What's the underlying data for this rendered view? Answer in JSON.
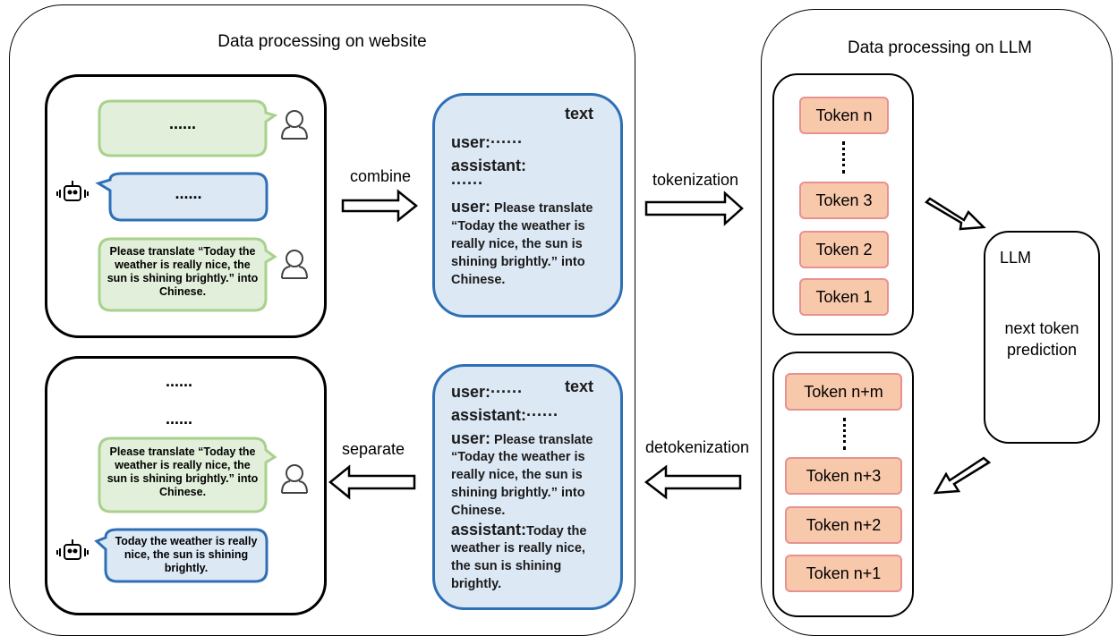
{
  "website": {
    "title": "Data processing on website",
    "top_chat": {
      "user_bubble_1": "......",
      "bot_bubble_1": "......",
      "user_bubble_2": "Please translate “Today the weather is really nice, the sun is shining brightly.” into Chinese."
    },
    "bottom_chat": {
      "line_1": "......",
      "line_2": "......",
      "user_bubble": "Please translate “Today the weather is really nice, the sun is shining brightly.” into Chinese.",
      "bot_bubble": "Today the weather is really nice, the sun is shining brightly."
    },
    "combine_label": "combine",
    "separate_label": "separate",
    "text_card_top": {
      "title": "text",
      "user_short": "user:······",
      "assistant": "assistant:",
      "dots": "······",
      "user_prefix": "user:",
      "user_msg_1": " Please translate",
      "user_msg_2": "“Today the weather is",
      "user_msg_3": "really nice, the sun is",
      "user_msg_4": "shining brightly.” into",
      "user_msg_5": "Chinese."
    },
    "text_card_bottom": {
      "title": "text",
      "user_short": "user:······",
      "assistant_short": "assistant:······",
      "user_prefix": "user:",
      "user_msg_1": " Please translate",
      "user_msg_2": "“Today the weather is",
      "user_msg_3": "really nice, the sun is",
      "user_msg_4": "shining brightly.” into",
      "user_msg_5": "Chinese.",
      "assistant_prefix": "assistant:",
      "assistant_msg_1": "Today the",
      "assistant_msg_2": "weather is really nice,",
      "assistant_msg_3": "the sun is shining",
      "assistant_msg_4": "brightly."
    }
  },
  "tokenization_label": "tokenization",
  "detokenization_label": "detokenization",
  "llm_side": {
    "title": "Data processing on LLM",
    "input_tokens": [
      "Token n",
      "Token 3",
      "Token 2",
      "Token 1"
    ],
    "output_tokens": [
      "Token n+m",
      "Token n+3",
      "Token n+2",
      "Token n+1"
    ],
    "llm_box": {
      "label": "LLM",
      "desc_1": "next token",
      "desc_2": "prediction"
    }
  },
  "colors": {
    "user_bubble_fill": "#e2efda",
    "user_bubble_stroke": "#a9d18e",
    "bot_bubble_fill": "#dde8f5",
    "bot_bubble_stroke": "#2e6fb6",
    "token_fill": "#f8c8ab",
    "token_stroke": "#e89191"
  }
}
